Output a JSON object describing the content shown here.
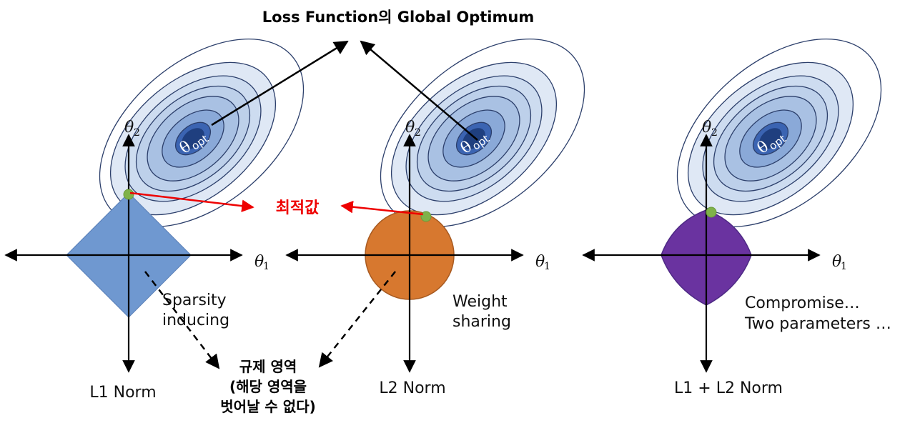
{
  "title": "Loss Function의 Global Optimum",
  "optimum_label": "최적값",
  "region_label": [
    "규제 영역",
    "(해당 영역을",
    "벗어날 수 없다)"
  ],
  "panels": [
    {
      "norm": "L1 Norm",
      "caption": [
        "Sparsity",
        "inducing"
      ],
      "region_color": "#6f98d0",
      "region_stroke": "#5a80b8",
      "opt_symbol": "θ",
      "opt_sub": "opt",
      "axis_x": "θ",
      "axis_x_sub": "1",
      "axis_y": "θ",
      "axis_y_sub": "2"
    },
    {
      "norm": "L2 Norm",
      "caption": [
        "Weight",
        "sharing"
      ],
      "region_color": "#d7782f",
      "region_stroke": "#a85a20",
      "opt_symbol": "θ",
      "opt_sub": "opt",
      "axis_x": "θ",
      "axis_x_sub": "1",
      "axis_y": "θ",
      "axis_y_sub": "2"
    },
    {
      "norm": "L1 + L2 Norm",
      "caption": [
        "Compromise…",
        "Two parameters …"
      ],
      "region_color": "#6a33a0",
      "region_stroke": "#4e2a85",
      "opt_symbol": "θ",
      "opt_sub": "opt",
      "axis_x": "θ",
      "axis_x_sub": "1",
      "axis_y": "θ",
      "axis_y_sub": "2"
    }
  ],
  "colors": {
    "contour_fills": [
      "#dfe8f5",
      "#cddcf0",
      "#bdd0ea",
      "#a9c1e3",
      "#8aa9d8",
      "#3b64b2",
      "#1f3f7f"
    ],
    "contour_stroke": "#2c3f6b",
    "optimum_dot": "#7fb24a",
    "red_arrow": "#ee0000"
  }
}
